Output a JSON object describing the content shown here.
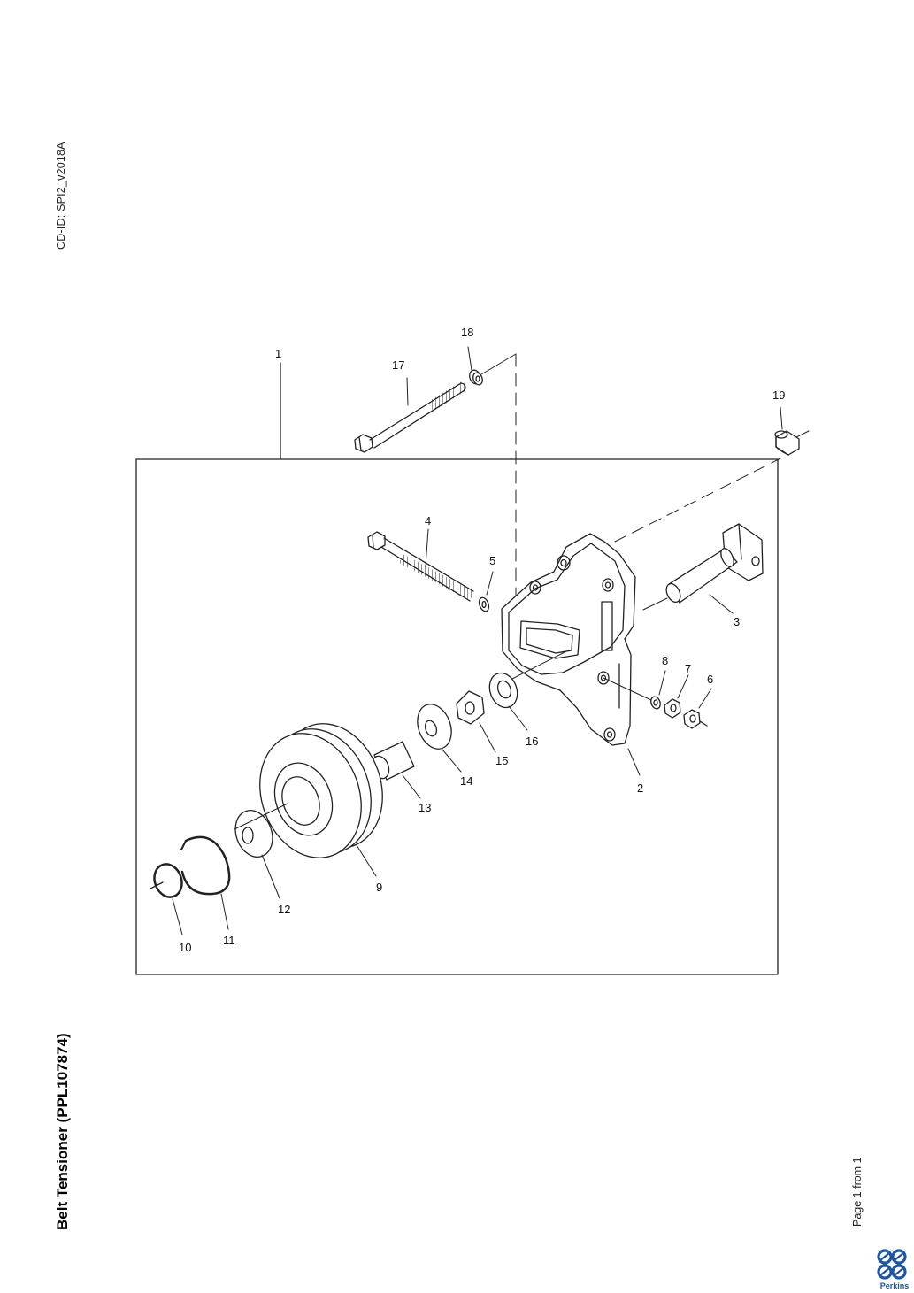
{
  "document": {
    "cd_id": "CD-ID: SPI2_v2018A",
    "title": "Belt Tensioner (PPL107874)",
    "page_label": "Page 1 from 1",
    "logo_text": "Perkins"
  },
  "diagram": {
    "callouts": [
      "1",
      "2",
      "3",
      "4",
      "5",
      "6",
      "7",
      "8",
      "9",
      "10",
      "11",
      "12",
      "13",
      "14",
      "15",
      "16",
      "17",
      "18",
      "19"
    ]
  },
  "colors": {
    "brand": "#1d56a3",
    "line": "#222222"
  }
}
